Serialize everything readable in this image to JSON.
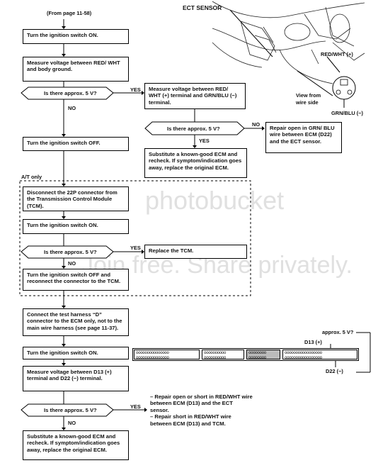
{
  "header": {
    "from_page": "(From page 11-58)"
  },
  "ect": {
    "sensor_label": "ECT SENSOR",
    "red_wht": "RED/WHT (+)",
    "view_from": "View from",
    "wire_side": "wire side",
    "grn_blu": "GRN/BLU (−)"
  },
  "flow": {
    "s1": "Turn the ignition switch ON.",
    "s2": "Measure voltage between RED/ WHT and body ground.",
    "q1": "Is there approx. 5 V?",
    "q1_yes": "YES",
    "q1_no": "NO",
    "r1": "Measure voltage between RED/ WHT (+) terminal and GRN/BLU (−) terminal.",
    "q2": "Is there approx. 5 V?",
    "q2_no": "NO",
    "q2_yes": "YES",
    "r2": "Repair open in GRN/ BLU wire between ECM (D22) and the ECT sensor.",
    "r3": "Substitute a known-good ECM and recheck. If symptom/indication goes away, replace the original ECM.",
    "s3": "Turn the ignition switch OFF.",
    "at_only": "A/T only",
    "s4": "Disconnect the 22P connector from the Transmission Control Module (TCM).",
    "s5": "Turn the ignition switch ON.",
    "q3": "Is there approx. 5 V?",
    "q3_yes": "YES",
    "q3_no": "NO",
    "r4": "Replace the TCM.",
    "s6": "Turn the ignition switch OFF and reconnect the connector to the TCM.",
    "s7": "Connect the test harness “D” connector to the ECM only, not to the main wire harness (see page 11-37).",
    "s8": "Turn the ignition switch ON.",
    "s9": "Measure voltage between D13 (+) terminal and D22 (−) terminal.",
    "q4": "Is there approx. 5 V?",
    "q4_yes": "YES",
    "q4_no": "NO",
    "r5a": "– Repair open or short in RED/WHT wire between ECM (D13) and the ECT sensor.",
    "r5b": "– Repair short in RED/WHT wire between ECM (D13) and TCM.",
    "s10": "Substitute a known-good ECM and recheck. If symptom/indication goes away, replace the original ECM."
  },
  "connector": {
    "approx": "approx. 5 V?",
    "d13": "D13 (+)",
    "d22": "D22 (−)"
  },
  "watermark": {
    "line1": "photobucket",
    "line2": "Join free. Share privately."
  }
}
